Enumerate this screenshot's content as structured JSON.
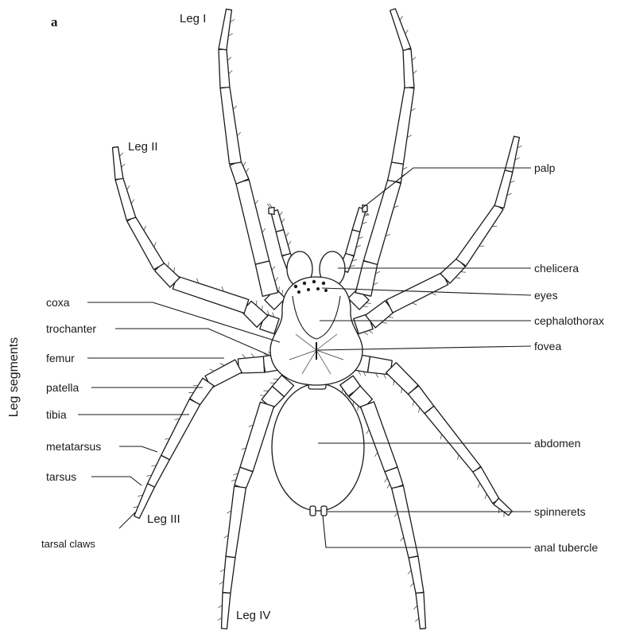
{
  "panel_letter": "a",
  "side_title": "Leg segments",
  "legs": {
    "leg1": "Leg I",
    "leg2": "Leg II",
    "leg3": "Leg III",
    "leg4": "Leg IV"
  },
  "right_labels": {
    "palp": "palp",
    "chelicera": "chelicera",
    "eyes": "eyes",
    "cephalothorax": "cephalothorax",
    "fovea": "fovea",
    "abdomen": "abdomen",
    "spinnerets": "spinnerets",
    "anal_tubercle": "anal tubercle"
  },
  "left_labels": {
    "coxa": "coxa",
    "trochanter": "trochanter",
    "femur": "femur",
    "patella": "patella",
    "tibia": "tibia",
    "metatarsus": "metatarsus",
    "tarsus": "tarsus",
    "tarsal_claws": "tarsal claws"
  }
}
